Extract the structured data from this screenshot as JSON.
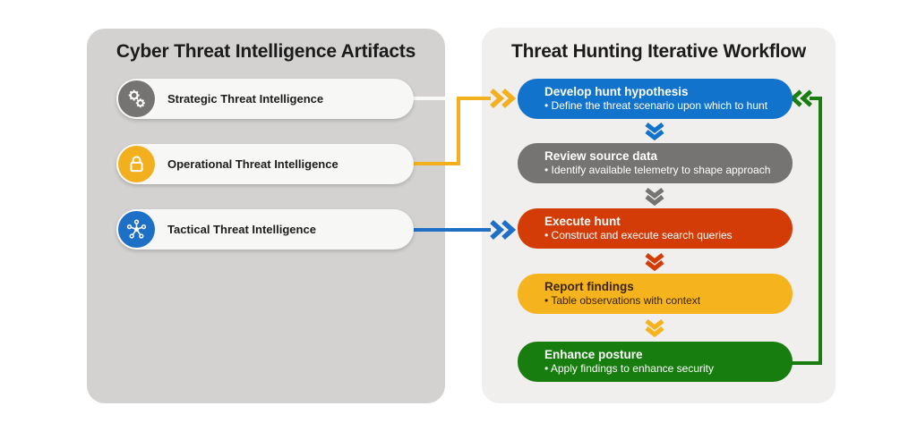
{
  "left_panel": {
    "title": "Cyber Threat Intelligence Artifacts",
    "items": [
      {
        "label": "Strategic Threat Intelligence",
        "icon": "gears-icon",
        "color": "#757473"
      },
      {
        "label": "Operational Threat Intelligence",
        "icon": "lock-icon",
        "color": "#F2B01E"
      },
      {
        "label": "Tactical Threat Intelligence",
        "icon": "network-icon",
        "color": "#1D70C6"
      }
    ]
  },
  "right_panel": {
    "title": "Threat Hunting Iterative Workflow",
    "steps": [
      {
        "title": "Develop hunt hypothesis",
        "detail": "Define the threat scenario upon which to hunt",
        "color": "#1273CC",
        "text_color": "#FFFFFF"
      },
      {
        "title": "Review source data",
        "detail": "Identify available telemetry to shape approach",
        "color": "#757472",
        "text_color": "#FFFFFF"
      },
      {
        "title": "Execute hunt",
        "detail": "Construct and execute search queries",
        "color": "#D43C07",
        "text_color": "#FFFFFF"
      },
      {
        "title": "Report findings",
        "detail": "Table observations with context",
        "color": "#F5B41D",
        "text_color": "#3A2400"
      },
      {
        "title": "Enhance posture",
        "detail": "Apply findings to enhance security",
        "color": "#177D0E",
        "text_color": "#FFFFFF"
      }
    ]
  },
  "connectors": {
    "strategic_line_color": "#F9F9F8",
    "operational_line_color": "#F2B01E",
    "tactical_line_color": "#1D70C6",
    "loop_line_color": "#1A7D10",
    "step_arrow_colors": [
      "#1273CC",
      "#757472",
      "#D43C07",
      "#F5B41D"
    ]
  }
}
